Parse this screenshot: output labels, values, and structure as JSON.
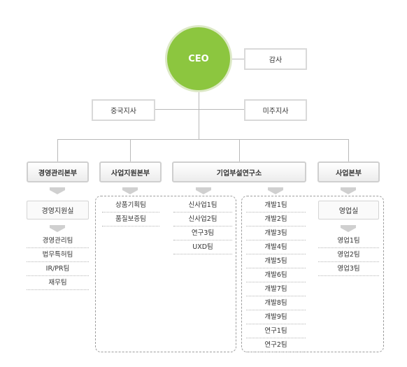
{
  "ceo": "CEO",
  "audit": "감사",
  "branch_china": "중국지사",
  "branch_us": "미주지사",
  "divisions": [
    "경영관리본부",
    "사업지원본부",
    "기업부설연구소",
    "사업본부"
  ],
  "mgmt": {
    "office": "경영지원실",
    "teams": [
      "경영관리팀",
      "법무특허팀",
      "IR/PR팀",
      "재무팀"
    ]
  },
  "support": {
    "teams": [
      "상품기획팀",
      "품질보증팀"
    ]
  },
  "lab": {
    "new_biz": [
      "신사업1팀",
      "신사업2팀",
      "연구3팀",
      "UXD팀"
    ],
    "dev": [
      "개발1팀",
      "개발2팀",
      "개발3팀",
      "개발4팀",
      "개발5팀",
      "개발6팀",
      "개발7팀",
      "개발8팀",
      "개발9팀",
      "연구1팀",
      "연구2팀"
    ]
  },
  "biz": {
    "office": "영업실",
    "teams": [
      "영업1팀",
      "영업2팀",
      "영업3팀"
    ]
  }
}
